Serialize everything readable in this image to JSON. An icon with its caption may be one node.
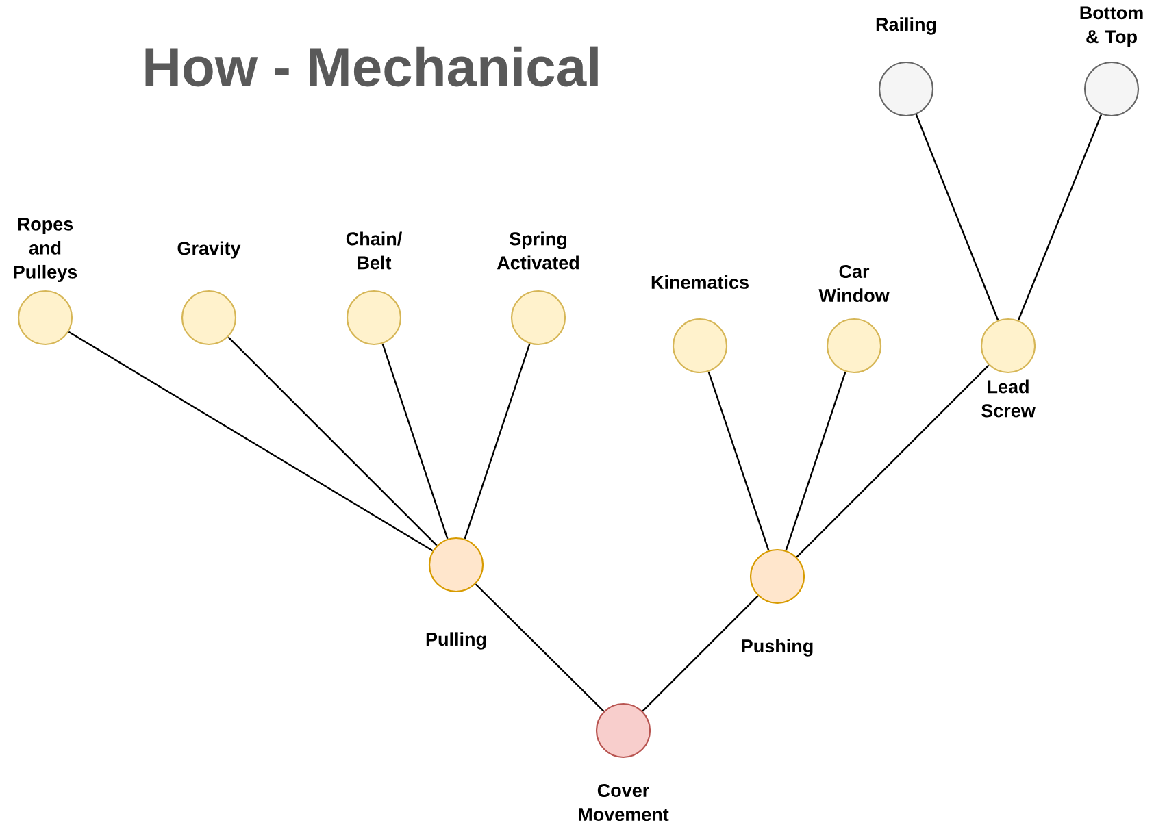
{
  "diagram": {
    "title": "How - Mechanical",
    "nodes": [
      {
        "text": [
          "Railing"
        ]
      },
      {
        "text": [
          "Bottom & Top"
        ]
      },
      {
        "text": [
          "Ropes and Pulleys"
        ]
      },
      {
        "text": [
          "Gravity"
        ]
      },
      {
        "text": [
          "Chain/ Belt"
        ]
      },
      {
        "text": [
          "Spring Activated"
        ]
      },
      {
        "text": [
          "Kinematics"
        ]
      },
      {
        "text": [
          "Car Window"
        ]
      },
      {
        "text": [
          "Lead Screw"
        ]
      },
      {
        "text": [
          "Pulling"
        ]
      },
      {
        "text": [
          "Pushing"
        ]
      },
      {
        "text": [
          "Cover Movement"
        ]
      }
    ],
    "edges": [
      {
        "from": 9,
        "to": 2,
        "arrow": "none"
      },
      {
        "from": 9,
        "to": 3,
        "arrow": "none"
      },
      {
        "from": 9,
        "to": 4,
        "arrow": "none"
      },
      {
        "from": 9,
        "to": 5,
        "arrow": "none"
      },
      {
        "from": 10,
        "to": 6,
        "arrow": "none"
      },
      {
        "from": 10,
        "to": 7,
        "arrow": "none"
      },
      {
        "from": 10,
        "to": 8,
        "arrow": "none"
      },
      {
        "from": 8,
        "to": 0,
        "arrow": "none"
      },
      {
        "from": 8,
        "to": 1,
        "arrow": "none"
      },
      {
        "from": 11,
        "to": 9,
        "arrow": "none"
      },
      {
        "from": 11,
        "to": 10,
        "arrow": "none"
      }
    ]
  }
}
